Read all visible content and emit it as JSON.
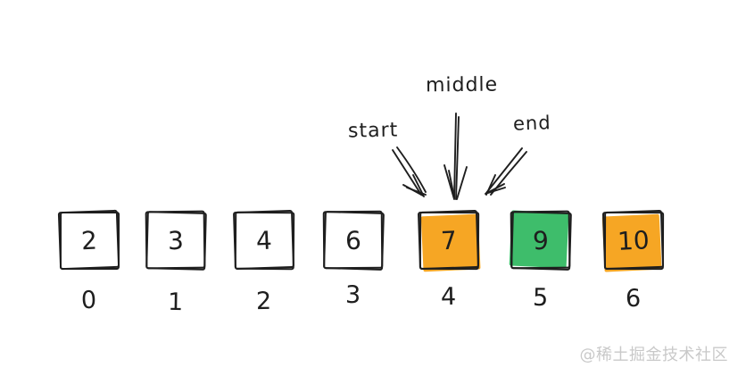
{
  "diagram": {
    "description": "binary-search array diagram",
    "pointers": [
      {
        "label": "start",
        "target_index": "4"
      },
      {
        "label": "middle",
        "target_index": "4"
      },
      {
        "label": "end",
        "target_index": "4"
      }
    ],
    "cells": [
      {
        "value": "2",
        "index": "0",
        "state": "plain"
      },
      {
        "value": "3",
        "index": "1",
        "state": "plain"
      },
      {
        "value": "4",
        "index": "2",
        "state": "plain"
      },
      {
        "value": "6",
        "index": "3",
        "state": "plain"
      },
      {
        "value": "7",
        "index": "4",
        "state": "orange"
      },
      {
        "value": "9",
        "index": "5",
        "state": "green"
      },
      {
        "value": "10",
        "index": "6",
        "state": "orange"
      }
    ]
  },
  "colors": {
    "ink": "#1e1e1e",
    "orange": "#F6A624",
    "green": "#3EBD6B",
    "watermark": "#C9C9C9",
    "paper": "#FFFFFF"
  },
  "watermark": {
    "text": "@稀土掘金技术社区"
  }
}
